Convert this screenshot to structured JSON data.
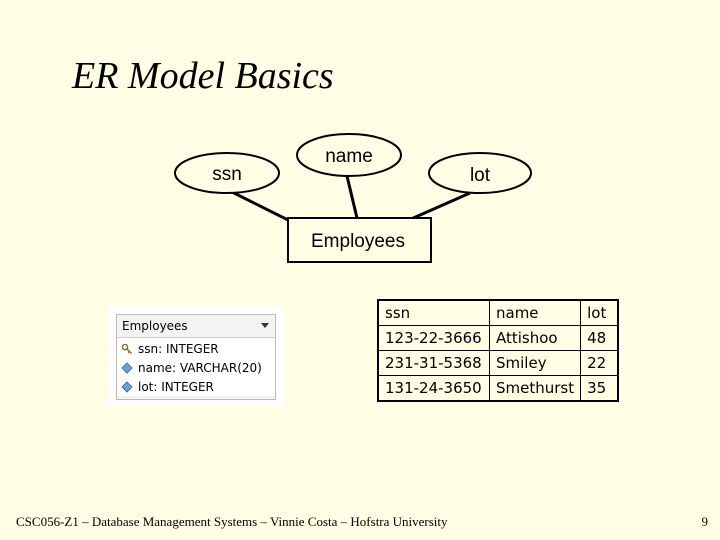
{
  "slide": {
    "title": "ER Model Basics",
    "footer": "CSC056-Z1 – Database Management Systems – Vinnie Costa – Hofstra University",
    "page_number": "9"
  },
  "er_diagram": {
    "entity": "Employees",
    "attributes": [
      "ssn",
      "name",
      "lot"
    ]
  },
  "designer_widget": {
    "entity_name": "Employees",
    "fields": [
      {
        "text": "ssn: INTEGER",
        "icon": "key-icon"
      },
      {
        "text": "name: VARCHAR(20)",
        "icon": "attribute-icon"
      },
      {
        "text": "lot: INTEGER",
        "icon": "attribute-icon"
      }
    ]
  },
  "table": {
    "columns": [
      "ssn",
      "name",
      "lot"
    ],
    "rows": [
      [
        "123-22-3666",
        "Attishoo",
        "48"
      ],
      [
        "231-31-5368",
        "Smiley",
        "22"
      ],
      [
        "131-24-3650",
        "Smethurst",
        "35"
      ]
    ]
  },
  "colors": {
    "background": "#ffffe6",
    "stroke": "#000000"
  }
}
